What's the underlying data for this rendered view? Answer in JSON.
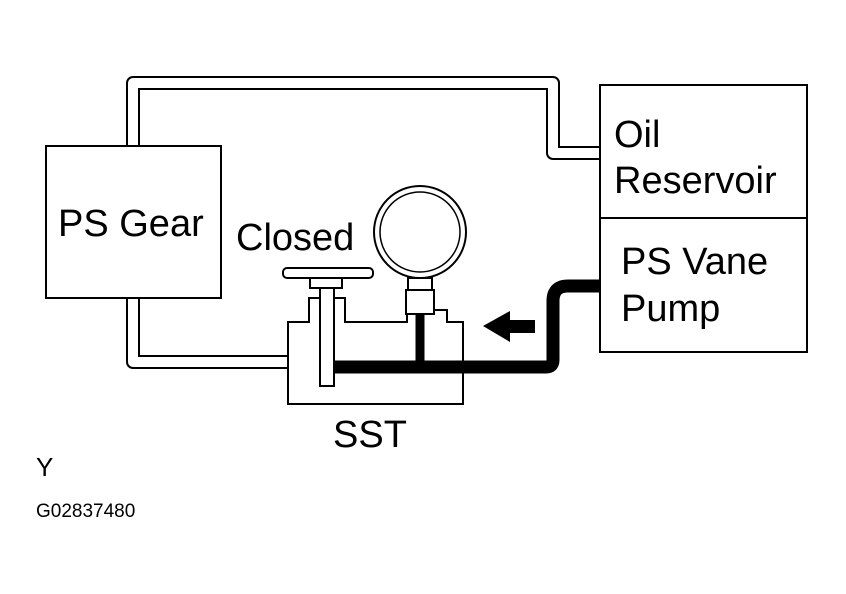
{
  "labels": {
    "ps_gear": "PS Gear",
    "closed": "Closed",
    "oil_reservoir_line1": "Oil",
    "oil_reservoir_line2": "Reservoir",
    "ps_vane_pump_line1": "PS Vane",
    "ps_vane_pump_line2": "Pump",
    "sst": "SST",
    "y_marker": "Y",
    "figure_code": "G02837480"
  },
  "colors": {
    "line": "#000000",
    "background": "#ffffff"
  },
  "icons": {
    "flow_arrow": "arrow-left-icon",
    "pressure_gauge": "gauge-icon",
    "valve": "valve-icon"
  }
}
